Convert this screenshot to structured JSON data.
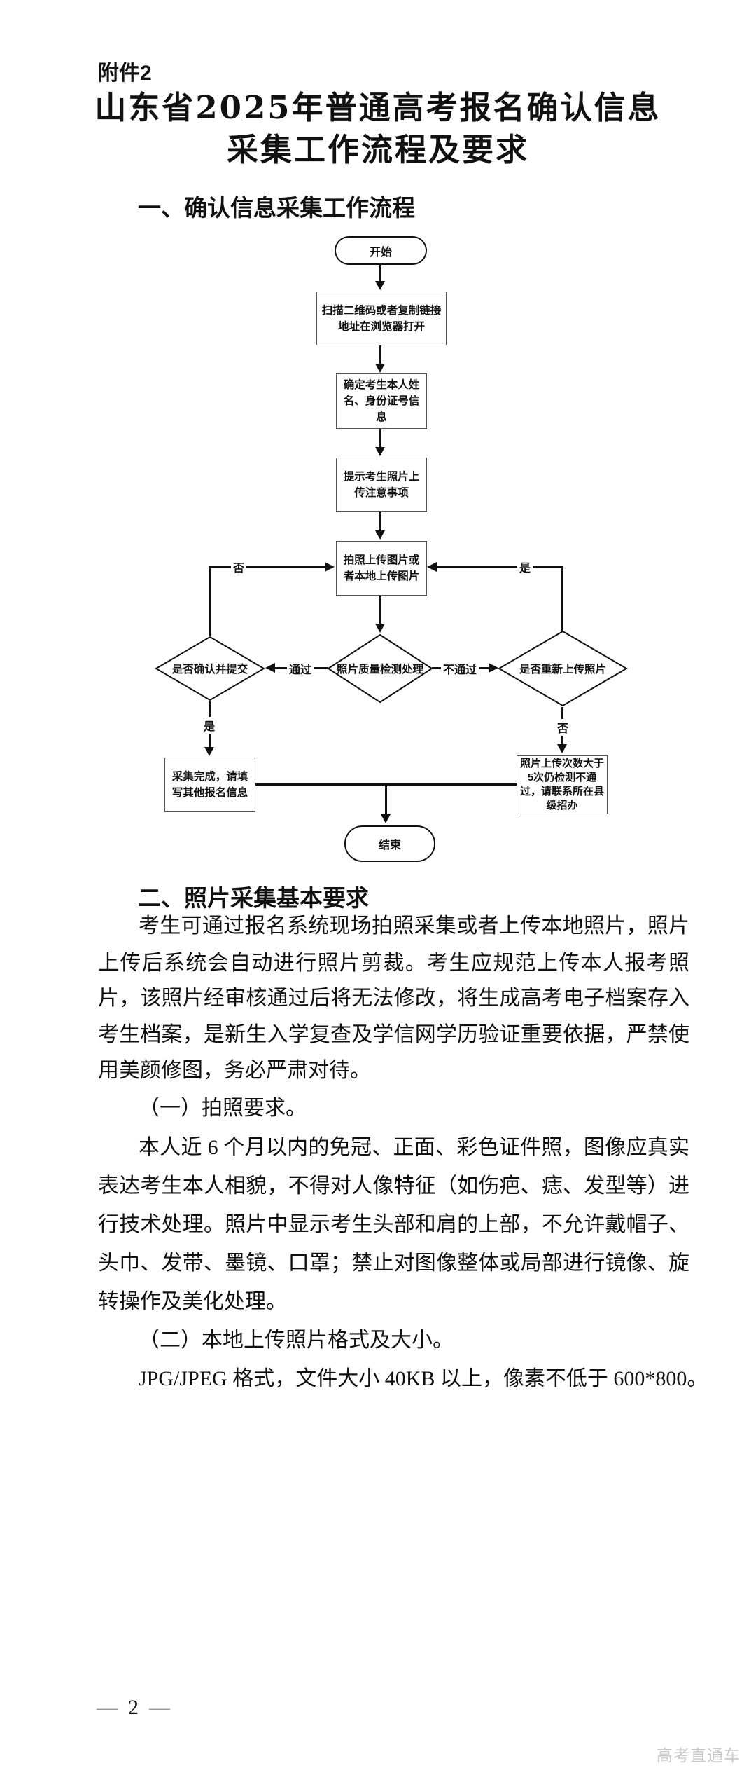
{
  "page": {
    "attachment_label": "附件2",
    "title_line1": "山东省2025年普通高考报名确认信息",
    "title_line2": "采集工作流程及要求",
    "section1_heading": "一、确认信息采集工作流程",
    "section2_heading": "二、照片采集基本要求",
    "page_number": "2",
    "page_number_dash": "—",
    "watermark": "高考直通车",
    "colors": {
      "ink": "#111111",
      "box_border": "#555555",
      "watermark": "#c9c9c9",
      "dash": "#999999"
    }
  },
  "flowchart": {
    "start_label": "开始",
    "end_label": "结束",
    "scan_box": "扫描二维码或者复制链接地址在浏览器打开",
    "identity_box": "确定考生本人姓名、身份证号信息",
    "notice_box": "提示考生照片上传注意事项",
    "upload_box": "拍照上传图片或者本地上传图片",
    "quality_diamond": "照片质量检测处理",
    "confirm_diamond": "是否确认并提交",
    "reupload_diamond": "是否重新上传照片",
    "complete_box": "采集完成，请填写其他报名信息",
    "contact_box": "照片上传次数大于5次仍检测不通过，请联系所在县级招办",
    "label_pass": "通过",
    "label_no_pass": "不通过",
    "label_yes": "是",
    "label_no": "否"
  },
  "body": {
    "para1_lines": [
      "考生可通过报名系统现场拍照采集或者上传本地照片，照片",
      "上传后系统会自动进行照片剪裁。考生应规范上传本人报考照",
      "片，该照片经审核通过后将无法修改，将生成高考电子档案存入",
      "考生档案，是新生入学复查及学信网学历验证重要依据，严禁使",
      "用美颜修图，务必严肃对待。"
    ],
    "sub1_heading": "（一）拍照要求。",
    "para2_lines": [
      "本人近 6 个月以内的免冠、正面、彩色证件照，图像应真实",
      "表达考生本人相貌，不得对人像特征（如伤疤、痣、发型等）进",
      "行技术处理。照片中显示考生头部和肩的上部，不允许戴帽子、",
      "头巾、发带、墨镜、口罩；禁止对图像整体或局部进行镜像、旋",
      "转操作及美化处理。"
    ],
    "sub2_heading": "（二）本地上传照片格式及大小。",
    "para3": "JPG/JPEG 格式，文件大小 40KB 以上，像素不低于 600*800。"
  }
}
